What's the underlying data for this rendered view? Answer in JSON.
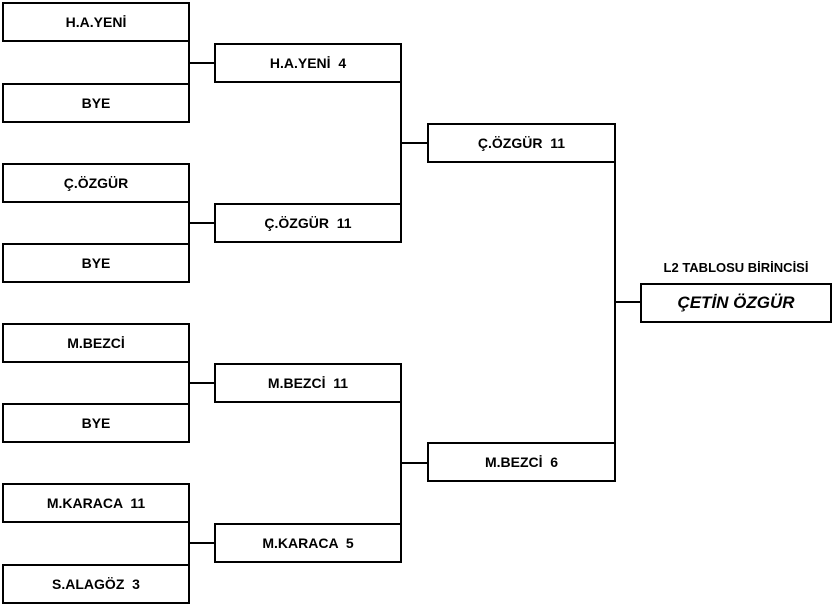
{
  "bracket": {
    "round1": [
      {
        "label": "H.A.YENİ"
      },
      {
        "label": "BYE"
      },
      {
        "label": "Ç.ÖZGÜR"
      },
      {
        "label": "BYE"
      },
      {
        "label": "M.BEZCİ"
      },
      {
        "label": "BYE"
      },
      {
        "label": "M.KARACA  11"
      },
      {
        "label": "S.ALAGÖZ  3"
      }
    ],
    "round2": [
      {
        "label": "H.A.YENİ  4"
      },
      {
        "label": "Ç.ÖZGÜR  11"
      },
      {
        "label": "M.BEZCİ  11"
      },
      {
        "label": "M.KARACA  5"
      }
    ],
    "round3": [
      {
        "label": "Ç.ÖZGÜR  11"
      },
      {
        "label": "M.BEZCİ  6"
      }
    ],
    "champion": {
      "title": "L2 TABLOSU BİRİNCİSİ",
      "name": "ÇETİN ÖZGÜR"
    },
    "colors": {
      "line": "#000000",
      "background": "#ffffff",
      "text": "#000000"
    }
  }
}
